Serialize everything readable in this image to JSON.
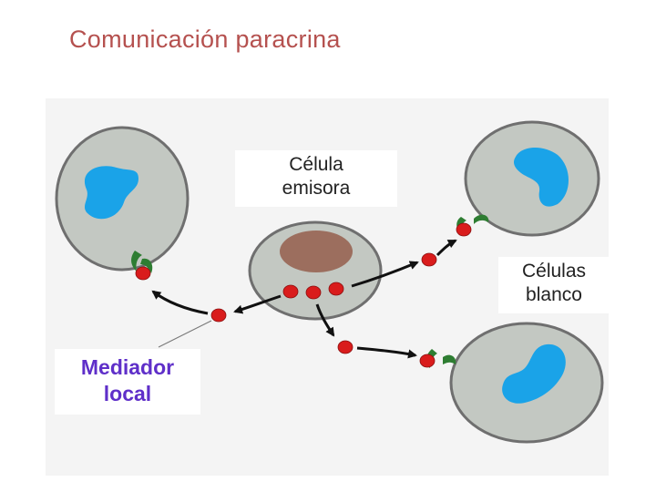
{
  "title": "Comunicación paracrina",
  "labels": {
    "emisora": "Célula\nemisora",
    "blanco": "Células\nblanco",
    "mediador": "Mediador\nlocal"
  },
  "colors": {
    "title": "#b5514f",
    "mediador_label": "#5f2fc9",
    "cell_fill": "#c3c8c2",
    "cell_border": "#6f6f6f",
    "nucleus_target": "#1aa3e8",
    "nucleus_emitter": "#9c6e5e",
    "mediator": "#d91c1c",
    "receptor": "#2e7d32"
  }
}
